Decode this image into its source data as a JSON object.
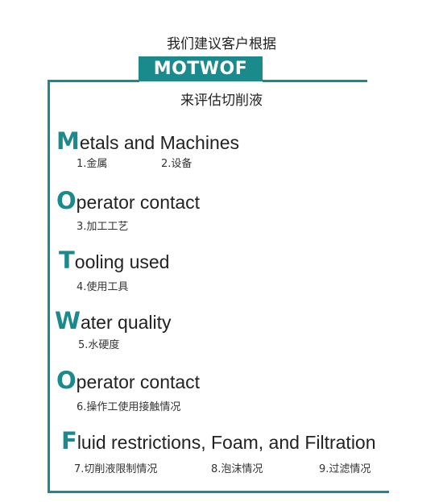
{
  "intro": {
    "line1": "我们建议客户根据",
    "acronym": "MOTWOF",
    "line2": "来评估切削液"
  },
  "entries": [
    {
      "initial": "M",
      "rest": "etals and Machines",
      "items": [
        "1.金属",
        "2.设备"
      ]
    },
    {
      "initial": "O",
      "rest": "perator contact",
      "items": [
        "3.加工工艺"
      ]
    },
    {
      "initial": "T",
      "rest": "ooling used",
      "items": [
        "4.使用工具"
      ]
    },
    {
      "initial": "W",
      "rest": "ater quality",
      "items": [
        "5.水硬度"
      ]
    },
    {
      "initial": "O",
      "rest": "perator contact",
      "items": [
        "6.操作工使用接触情况"
      ]
    },
    {
      "initial": "F",
      "rest": "luid restrictions, Foam, and Filtration",
      "items": [
        "7.切削液限制情况",
        "8.泡沫情况",
        "9.过滤情况"
      ]
    }
  ],
  "colors": {
    "accent": "#1b8a8c",
    "text": "#222222"
  }
}
